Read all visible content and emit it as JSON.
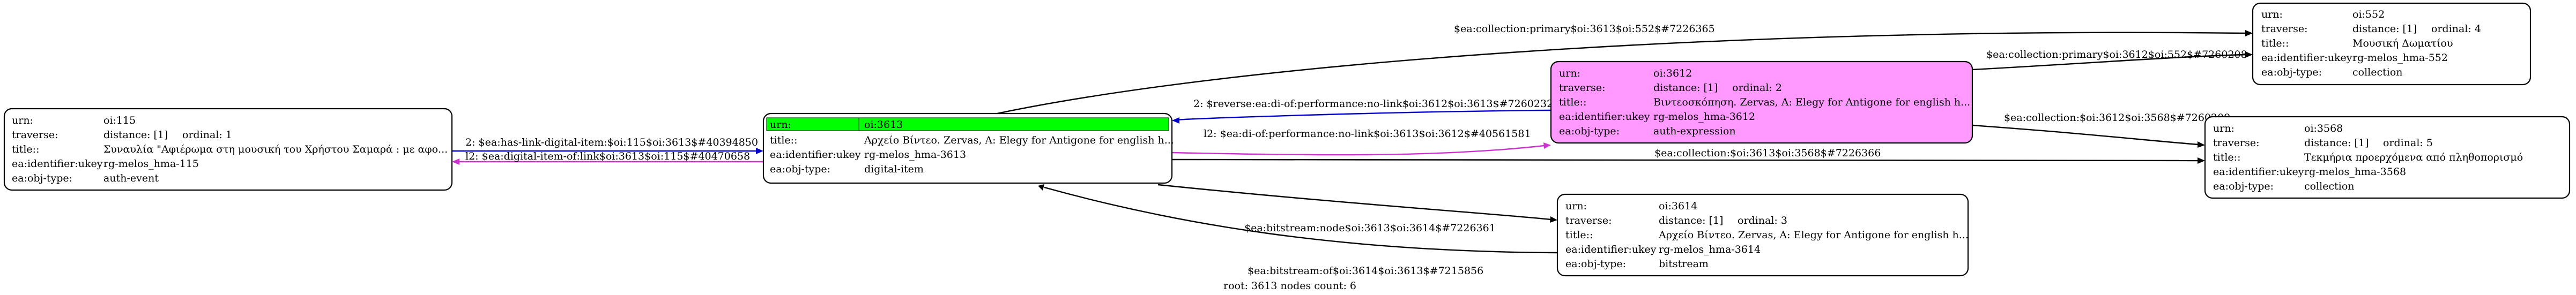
{
  "nodes": [
    {
      "id": "oi115",
      "rows": [
        {
          "key": "urn:",
          "value": "oi:115"
        },
        {
          "key": "traverse:",
          "value": "distance: [1]",
          "extra": "ordinal: 1"
        },
        {
          "key": "title::",
          "value": "Συναυλία \"Αφιέρωμα στη μουσική του Χρήστου Σαμαρά : με αφο..."
        },
        {
          "key": "ea:identifier:ukey",
          "value": "rg-melos_hma-115"
        },
        {
          "key": "ea:obj-type:",
          "value": "auth-event"
        }
      ]
    },
    {
      "id": "oi3613",
      "rows": [
        {
          "key": "urn:",
          "value": "oi:3613"
        },
        {
          "key": "title::",
          "value": "Αρχείο Βίντεο. Zervas, A: Elegy for Antigone for english h..."
        },
        {
          "key": "ea:identifier:ukey",
          "value": "rg-melos_hma-3613"
        },
        {
          "key": "ea:obj-type:",
          "value": "digital-item"
        }
      ]
    },
    {
      "id": "oi3612",
      "rows": [
        {
          "key": "urn:",
          "value": "oi:3612"
        },
        {
          "key": "traverse:",
          "value": "distance: [1]",
          "extra": "ordinal: 2"
        },
        {
          "key": "title::",
          "value": "Βιντεοσκόπηση. Zervas, A: Elegy for Antigone for english h..."
        },
        {
          "key": "ea:identifier:ukey",
          "value": "rg-melos_hma-3612"
        },
        {
          "key": "ea:obj-type:",
          "value": "auth-expression"
        }
      ]
    },
    {
      "id": "oi3614",
      "rows": [
        {
          "key": "urn:",
          "value": "oi:3614"
        },
        {
          "key": "traverse:",
          "value": "distance: [1]",
          "extra": "ordinal: 3"
        },
        {
          "key": "title::",
          "value": "Αρχείο Βίντεο. Zervas, A: Elegy for Antigone for english h..."
        },
        {
          "key": "ea:identifier:ukey",
          "value": "rg-melos_hma-3614"
        },
        {
          "key": "ea:obj-type:",
          "value": "bitstream"
        }
      ]
    },
    {
      "id": "oi552",
      "rows": [
        {
          "key": "urn:",
          "value": "oi:552"
        },
        {
          "key": "traverse:",
          "value": "distance: [1]",
          "extra": "ordinal: 4"
        },
        {
          "key": "title::",
          "value": "Μουσική Δωματίου"
        },
        {
          "key": "ea:identifier:ukey",
          "value": "rg-melos_hma-552"
        },
        {
          "key": "ea:obj-type:",
          "value": "collection"
        }
      ]
    },
    {
      "id": "oi3568",
      "rows": [
        {
          "key": "urn:",
          "value": "oi:3568"
        },
        {
          "key": "traverse:",
          "value": "distance: [1]",
          "extra": "ordinal: 5"
        },
        {
          "key": "title::",
          "value": "Τεκμήρια προερχόμενα από πληθοπορισμό"
        },
        {
          "key": "ea:identifier:ukey",
          "value": "rg-melos_hma-3568"
        },
        {
          "key": "ea:obj-type:",
          "value": "collection"
        }
      ]
    }
  ],
  "edges": [
    {
      "id": "e1",
      "label": "2: $ea:has-link-digital-item:$oi:115$oi:3613$#40394850",
      "color": "#0000cc"
    },
    {
      "id": "e2",
      "label": "l2: $ea:digital-item-of:link$oi:3613$oi:115$#40470658",
      "color": "#cc33cc"
    },
    {
      "id": "e3",
      "label": "$ea:collection:primary$oi:3613$oi:552$#7226365",
      "color": "#000000"
    },
    {
      "id": "e4",
      "label": "2: $reverse:ea:di-of:performance:no-link$oi:3612$oi:3613$#7260232",
      "color": "#0000cc"
    },
    {
      "id": "e5",
      "label": "l2: $ea:di-of:performance:no-link$oi:3613$oi:3612$#40561581",
      "color": "#cc33cc"
    },
    {
      "id": "e6",
      "label": "$ea:collection:$oi:3613$oi:3568$#7226366",
      "color": "#000000"
    },
    {
      "id": "e7",
      "label": "$ea:bitstream:node$oi:3613$oi:3614$#7226361",
      "color": "#000000"
    },
    {
      "id": "e8",
      "label": "$ea:bitstream:of$oi:3614$oi:3613$#7215856",
      "color": "#000000"
    },
    {
      "id": "e9",
      "label": "$ea:collection:primary$oi:3612$oi:552$#7260208",
      "color": "#000000"
    },
    {
      "id": "e10",
      "label": "$ea:collection:$oi:3612$oi:3568$#7260209",
      "color": "#000000"
    }
  ],
  "footer": "root: 3613 nodes count: 6"
}
